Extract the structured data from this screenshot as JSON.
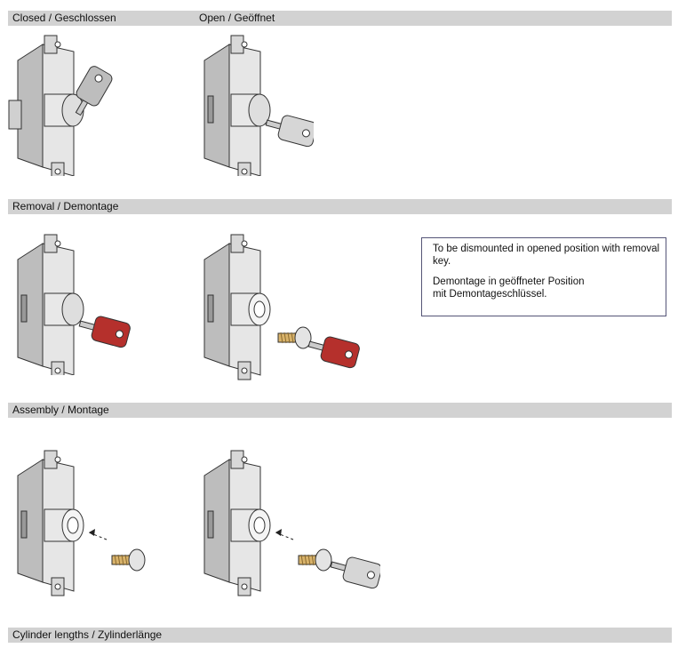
{
  "sections": {
    "closed": "Closed / Geschlossen",
    "open": "Open / Geöffnet",
    "removal": "Removal / Demontage",
    "assembly": "Assembly / Montage",
    "cylinder_lengths": "Cylinder lengths / Zylinderlänge"
  },
  "note": {
    "en": "To be dismounted in opened position with removal key.",
    "de_line1": "Demontage in geöffneter Position",
    "de_line2": "mit Demontageschlüssel."
  },
  "colors": {
    "header_bg": "#d2d2d2",
    "removal_key": "#b5302c",
    "key_gray": "#cfcfcf"
  }
}
